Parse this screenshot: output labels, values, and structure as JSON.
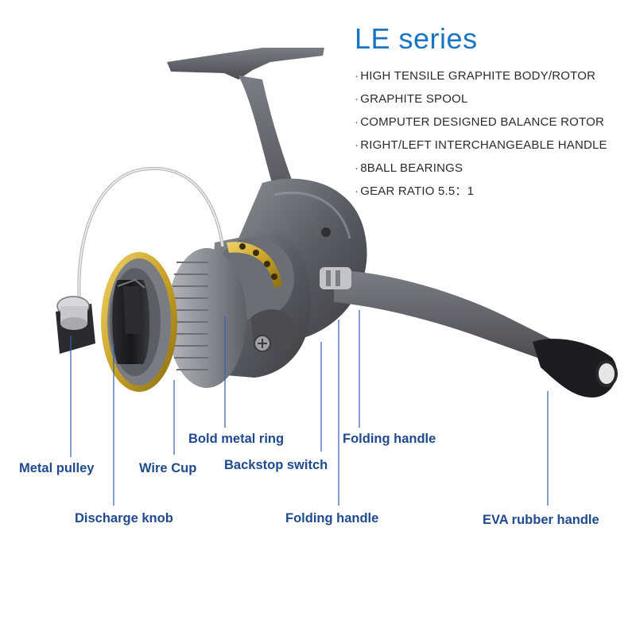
{
  "title": "LE series",
  "features": [
    "HIGH TENSILE GRAPHITE BODY/ROTOR",
    "GRAPHITE SPOOL",
    "COMPUTER DESIGNED BALANCE ROTOR",
    "RIGHT/LEFT INTERCHANGEABLE HANDLE",
    "8BALL BEARINGS",
    "GEAR RATIO 5.5：1"
  ],
  "callouts": {
    "bold_metal_ring": "Bold metal ring",
    "folding_handle_top": "Folding handle",
    "metal_pulley": "Metal pulley",
    "wire_cup": "Wire Cup",
    "backstop_switch": "Backstop switch",
    "discharge_knob": "Discharge knob",
    "folding_handle_bottom": "Folding handle",
    "eva_rubber_handle": "EVA rubber handle"
  },
  "colors": {
    "title": "#1a74c4",
    "callout_text": "#1f4a8f",
    "leader_line": "#2f5fb0",
    "reel_body": "#5d5f66",
    "spool_ring": "#c9a227"
  }
}
